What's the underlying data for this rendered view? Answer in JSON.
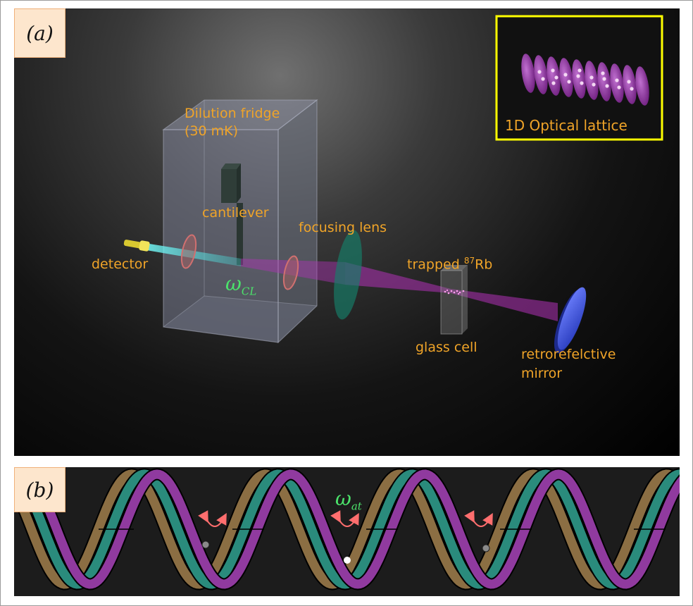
{
  "panel_a": {
    "badge": "(a)",
    "inset_label": "1D Optical lattice",
    "fridge_label_1": "Dilution fridge",
    "fridge_label_2": "(30 mK)",
    "cantilever": "cantilever",
    "focusing_lens": "focusing lens",
    "detector": "detector",
    "omega_symbol": "ω",
    "omega_sub": "CL",
    "trapped_prefix": "trapped ",
    "trapped_sup": "87",
    "trapped_suffix": "Rb",
    "glass_cell": "glass cell",
    "mirror_1": "retrorefelctive",
    "mirror_2": "mirror"
  },
  "panel_b": {
    "badge": "(b)",
    "omega_symbol": "ω",
    "omega_sub": "at"
  },
  "colors": {
    "label": "#f0a428",
    "omega": "#4be36b",
    "inset_border": "#ffff00",
    "beam": "#c040c0",
    "wave_brown": "#9a7a4a",
    "wave_teal": "#2f9a8a",
    "wave_purple": "#a040b0"
  }
}
